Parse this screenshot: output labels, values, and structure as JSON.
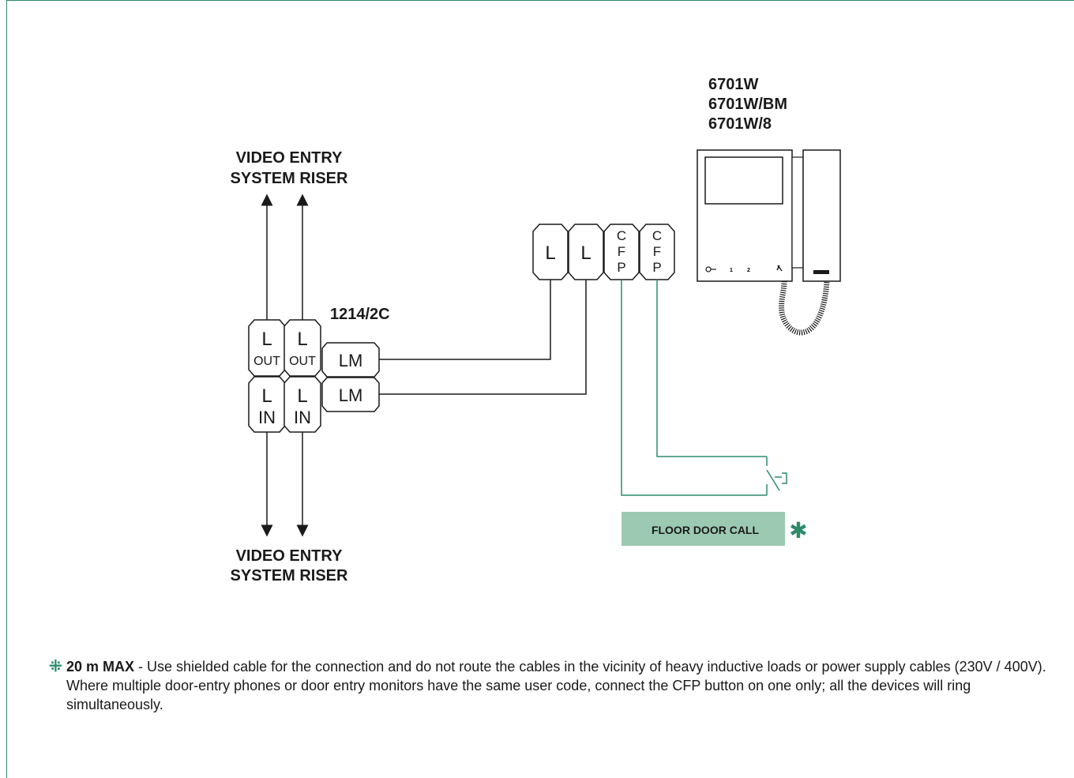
{
  "riser_top": {
    "line1": "VIDEO ENTRY",
    "line2": "SYSTEM RISER"
  },
  "riser_bottom": {
    "line1": "VIDEO ENTRY",
    "line2": "SYSTEM RISER"
  },
  "device_code": "1214/2C",
  "monitor_models": [
    "6701W",
    "6701W/BM",
    "6701W/8"
  ],
  "terminals": {
    "l_out": [
      "L",
      "OUT"
    ],
    "l_in": [
      "L",
      "IN"
    ],
    "lm": "LM",
    "monitor_l": "L",
    "cfp": [
      "C",
      "F",
      "P"
    ]
  },
  "floor_call": {
    "label": "FLOOR DOOR CALL",
    "marker": "✱",
    "fill": "#9cc9b2"
  },
  "monitor_keys": [
    "O⊸",
    "1",
    "2"
  ],
  "note": {
    "marker": "⁜",
    "bold": "20 m MAX",
    "text1": " - Use shielded cable for the connection and do not route the cables in the vicinity of heavy inductive loads or power supply cables (230V / 400V).",
    "text2": "Where multiple door-entry phones or door entry monitors have the same user code, connect the CFP button on one only; all the devices will ring simultaneously."
  },
  "colors": {
    "accent": "#2e8b6a",
    "line": "#1a1a1a"
  }
}
